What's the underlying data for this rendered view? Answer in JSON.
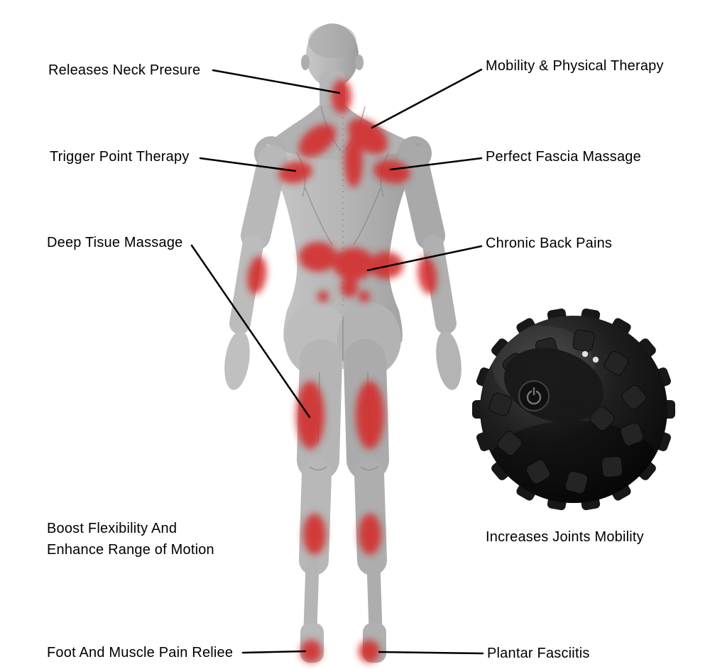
{
  "meta": {
    "description": "Massage ball benefits infographic with human back anatomy"
  },
  "colors": {
    "background": "#ffffff",
    "highlight_red": "#d42b2b",
    "leader_line": "#000000",
    "body_gray": "#b5b5b5",
    "ball_black": "#161616"
  },
  "labels": {
    "releases_neck": "Releases Neck Presure",
    "mobility_physical": "Mobility & Physical Therapy",
    "trigger_point": "Trigger Point Therapy",
    "perfect_fascia": "Perfect Fascia Massage",
    "deep_tissue": "Deep Tisue Massage",
    "chronic_back": "Chronic Back Pains",
    "boost_flexibility_line1": "Boost Flexibility And",
    "boost_flexibility_line2": "Enhance Range of Motion",
    "increases_joints": "Increases Joints Mobility",
    "foot_muscle": "Foot And Muscle Pain Reliee",
    "plantar_fasciitis": "Plantar Fasciitis"
  },
  "figure": {
    "type": "human-anatomy-back-view",
    "highlight_zones": [
      "neck",
      "left-trapezius",
      "right-trapezius",
      "upper-spine",
      "left-shoulder",
      "right-shoulder",
      "mid-back",
      "lower-back",
      "left-elbow",
      "right-elbow",
      "left-hip",
      "right-hip",
      "left-hamstring",
      "right-hamstring",
      "left-calf",
      "right-calf",
      "left-heel",
      "right-heel"
    ]
  },
  "product": {
    "name": "knobby-vibrating-massage-ball",
    "visible_features": [
      "power-button",
      "indicator-dots",
      "knobby-texture"
    ]
  }
}
